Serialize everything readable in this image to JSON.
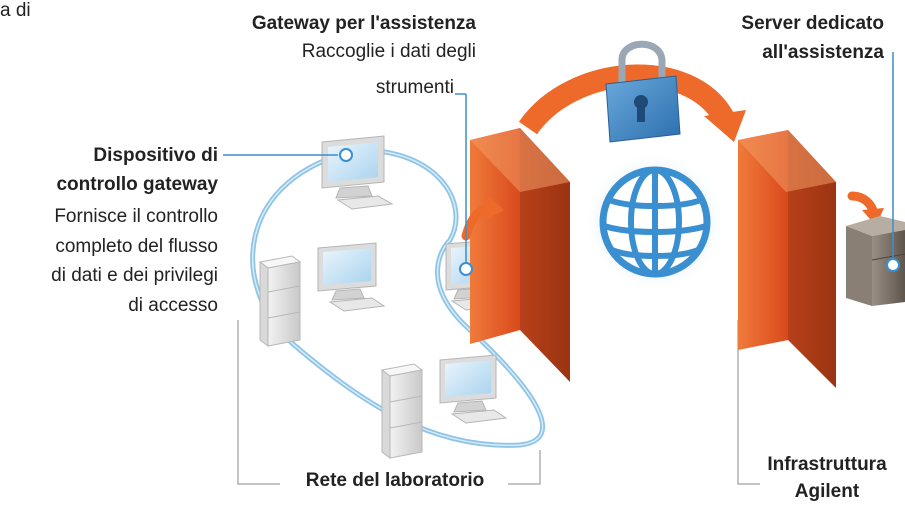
{
  "top_left_fragment": "a di",
  "gateway_assistenza": {
    "title": "Gateway per l'assistenza",
    "desc_line1": "Raccoglie i dati degli",
    "desc_line2": "strumenti"
  },
  "server_dedicato": {
    "title_line1": "Server dedicato",
    "title_line2": "all'assistenza"
  },
  "dispositivo_controllo": {
    "title_line1": "Dispositivo di",
    "title_line2": "controllo gateway",
    "desc_line1": "Fornisce il controllo",
    "desc_line2": "completo del flusso",
    "desc_line3": "di dati e dei privilegi",
    "desc_line4": "di accesso"
  },
  "rete_laboratorio": "Rete del laboratorio",
  "infrastruttura": {
    "line1": "Infrastruttura",
    "line2": "Agilent"
  },
  "colors": {
    "firewall": "#e8582a",
    "arrow": "#ee6a2a",
    "network_ring": "#8ec4e6",
    "callout_line": "#3a8fd0",
    "bracket": "#b0b0b0",
    "globe": "#3a8fd0",
    "lock": "#3d86c4"
  }
}
